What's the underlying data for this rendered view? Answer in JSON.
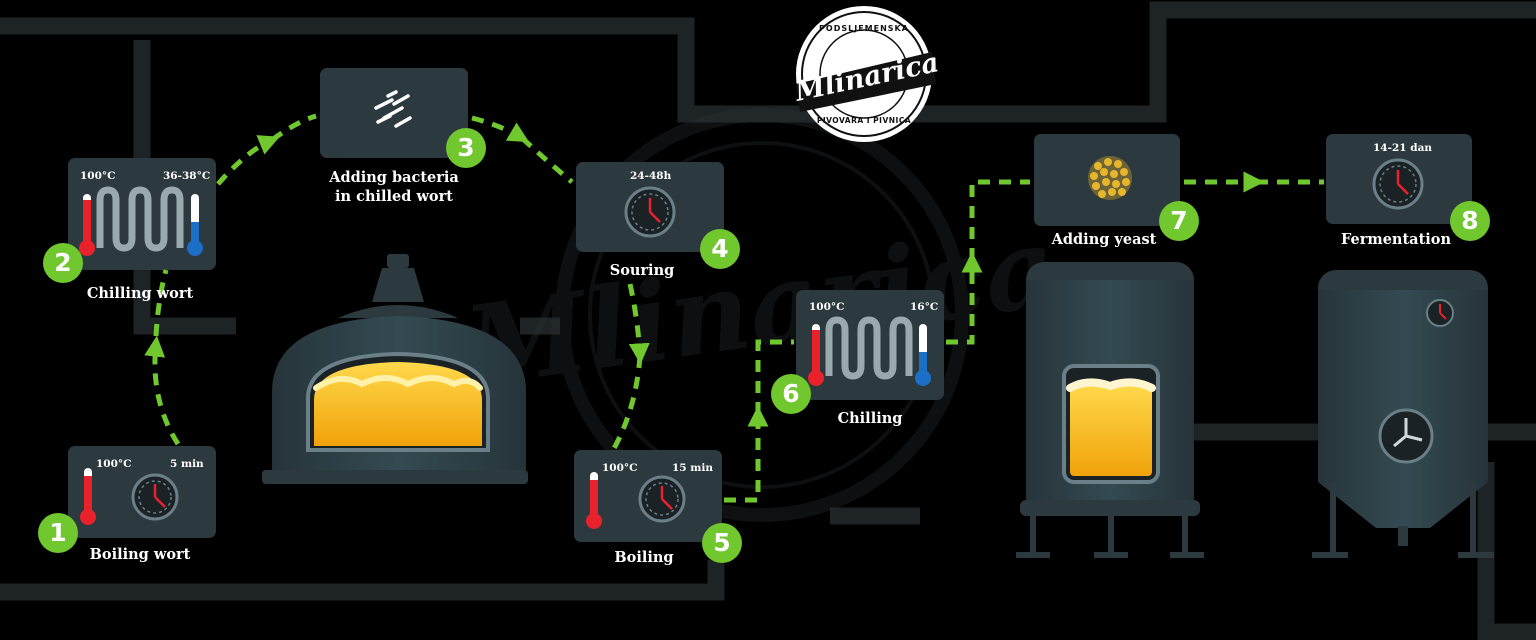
{
  "brand": {
    "name": "Mlinarica",
    "ring_top": "PODSLJEMENSKA",
    "ring_bottom": "PIVOVARA I PIVNICA"
  },
  "colors": {
    "background": "#000000",
    "pipe": "#1e2426",
    "panel": "#2c3a3f",
    "arrow": "#70c72e",
    "beer": "#f5b50f",
    "hot": "#e8212b",
    "cold": "#1b6fc6"
  },
  "steps": [
    {
      "number": "1",
      "label": "Boiling wort",
      "temp": "100°C",
      "time": "5 min",
      "icons": [
        "thermometer-icon",
        "clock-icon"
      ]
    },
    {
      "number": "2",
      "label": "Chilling wort",
      "temp_in": "100°C",
      "temp_out": "36-38°C",
      "icons": [
        "thermometer-icon",
        "heat-exchanger-icon",
        "thermometer-icon"
      ]
    },
    {
      "number": "3",
      "label_line1": "Adding bacteria",
      "label_line2": "in chilled wort",
      "icons": [
        "bacteria-icon"
      ]
    },
    {
      "number": "4",
      "label": "Souring",
      "time": "24-48h",
      "icons": [
        "clock-icon"
      ]
    },
    {
      "number": "5",
      "label": "Boiling",
      "temp": "100°C",
      "time": "15 min",
      "icons": [
        "thermometer-icon",
        "clock-icon"
      ]
    },
    {
      "number": "6",
      "label": "Chilling",
      "temp_in": "100°C",
      "temp_out": "16°C",
      "icons": [
        "thermometer-icon",
        "heat-exchanger-icon",
        "thermometer-icon"
      ]
    },
    {
      "number": "7",
      "label": "Adding yeast",
      "icons": [
        "yeast-icon"
      ]
    },
    {
      "number": "8",
      "label": "Fermentation",
      "time": "14-21 dan",
      "icons": [
        "clock-icon"
      ]
    }
  ],
  "equipment": [
    "brew-kettle",
    "open-tank",
    "fermenter-tank"
  ]
}
